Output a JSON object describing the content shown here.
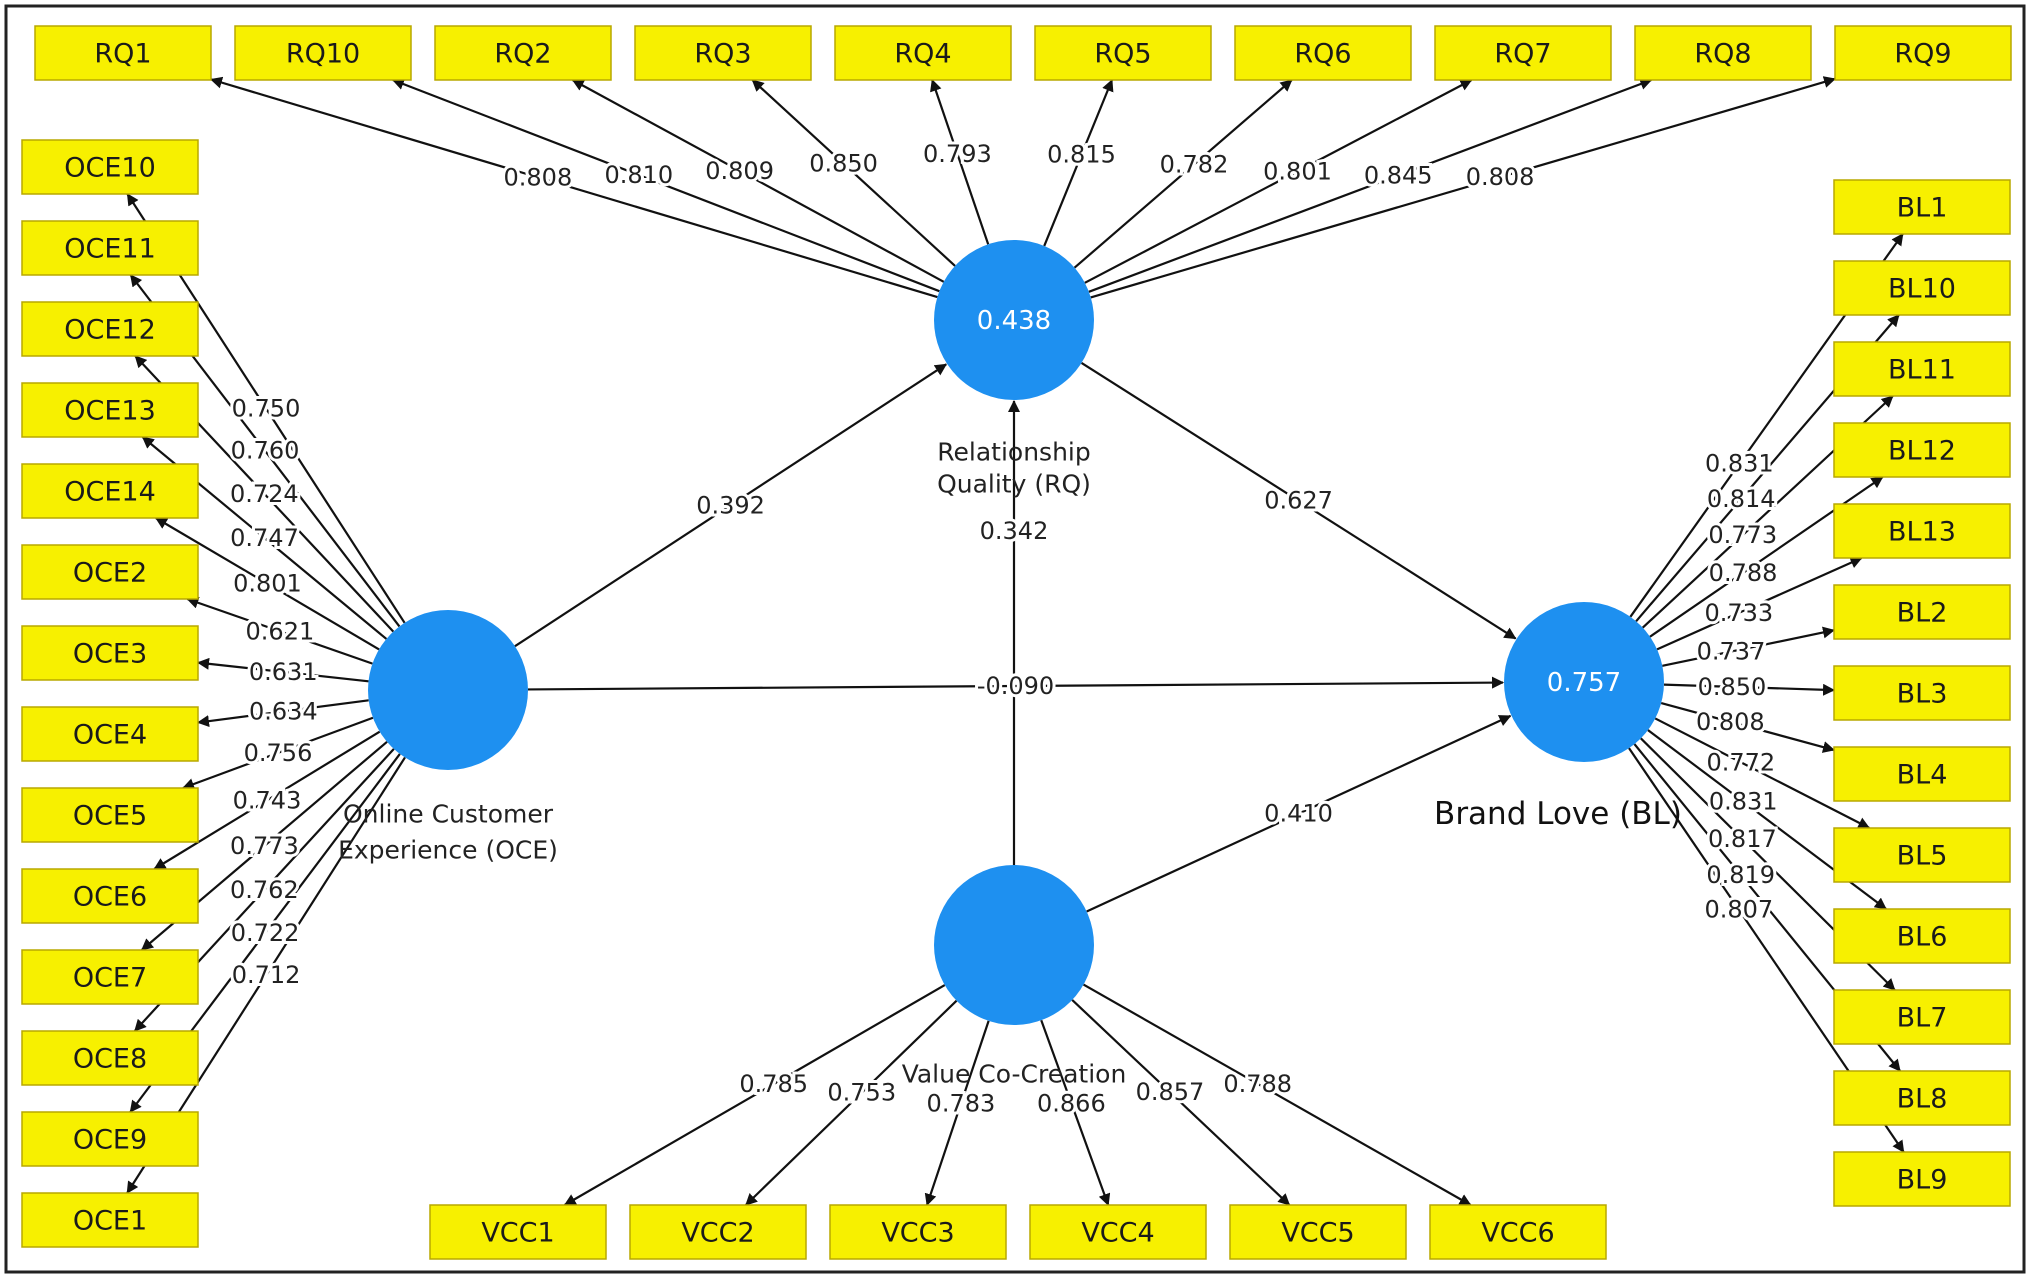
{
  "constructs": {
    "rq": {
      "r2": "0.438",
      "name_lines": [
        "Relationship",
        "Quality (RQ)"
      ]
    },
    "oce": {
      "r2": "",
      "name_lines": [
        "Online Customer",
        "Experience (OCE)"
      ]
    },
    "bl": {
      "r2": "0.757",
      "name_lines": [
        "Brand Love (BL)"
      ]
    },
    "vcc": {
      "r2": "",
      "name_lines": [
        "Value Co-Creation"
      ]
    }
  },
  "paths": [
    {
      "from": "oce",
      "to": "rq",
      "coef": "0.392"
    },
    {
      "from": "rq",
      "to": "bl",
      "coef": "0.627"
    },
    {
      "from": "vcc",
      "to": "rq",
      "coef": "0.342"
    },
    {
      "from": "oce",
      "to": "bl",
      "coef": "-0.090"
    },
    {
      "from": "vcc",
      "to": "bl",
      "coef": "0.410"
    }
  ],
  "indicators": {
    "rq": [
      {
        "label": "RQ1",
        "loading": "0.808"
      },
      {
        "label": "RQ10",
        "loading": "0.810"
      },
      {
        "label": "RQ2",
        "loading": "0.809"
      },
      {
        "label": "RQ3",
        "loading": "0.850"
      },
      {
        "label": "RQ4",
        "loading": "0.793"
      },
      {
        "label": "RQ5",
        "loading": "0.815"
      },
      {
        "label": "RQ6",
        "loading": "0.782"
      },
      {
        "label": "RQ7",
        "loading": "0.801"
      },
      {
        "label": "RQ8",
        "loading": "0.845"
      },
      {
        "label": "RQ9",
        "loading": "0.808"
      }
    ],
    "oce": [
      {
        "label": "OCE10",
        "loading": "0.750"
      },
      {
        "label": "OCE11",
        "loading": "0.760"
      },
      {
        "label": "OCE12",
        "loading": "0.724"
      },
      {
        "label": "OCE13",
        "loading": "0.747"
      },
      {
        "label": "OCE14",
        "loading": "0.801"
      },
      {
        "label": "OCE2",
        "loading": "0.621"
      },
      {
        "label": "OCE3",
        "loading": "0.631"
      },
      {
        "label": "OCE4",
        "loading": "0.634"
      },
      {
        "label": "OCE5",
        "loading": "0.756"
      },
      {
        "label": "OCE6",
        "loading": "0.743"
      },
      {
        "label": "OCE7",
        "loading": "0.773"
      },
      {
        "label": "OCE8",
        "loading": "0.762"
      },
      {
        "label": "OCE9",
        "loading": "0.722"
      },
      {
        "label": "OCE1",
        "loading": "0.712"
      }
    ],
    "bl": [
      {
        "label": "BL1",
        "loading": "0.831"
      },
      {
        "label": "BL10",
        "loading": "0.814"
      },
      {
        "label": "BL11",
        "loading": "0.773"
      },
      {
        "label": "BL12",
        "loading": "0.788"
      },
      {
        "label": "BL13",
        "loading": "0.733"
      },
      {
        "label": "BL2",
        "loading": "0.737"
      },
      {
        "label": "BL3",
        "loading": "0.850"
      },
      {
        "label": "BL4",
        "loading": "0.808"
      },
      {
        "label": "BL5",
        "loading": "0.772"
      },
      {
        "label": "BL6",
        "loading": "0.831"
      },
      {
        "label": "BL7",
        "loading": "0.817"
      },
      {
        "label": "BL8",
        "loading": "0.819"
      },
      {
        "label": "BL9",
        "loading": "0.807"
      }
    ],
    "vcc": [
      {
        "label": "VCC1",
        "loading": "0.785"
      },
      {
        "label": "VCC2",
        "loading": "0.753"
      },
      {
        "label": "VCC3",
        "loading": "0.783"
      },
      {
        "label": "VCC4",
        "loading": "0.866"
      },
      {
        "label": "VCC5",
        "loading": "0.857"
      },
      {
        "label": "VCC6",
        "loading": "0.788"
      }
    ]
  }
}
